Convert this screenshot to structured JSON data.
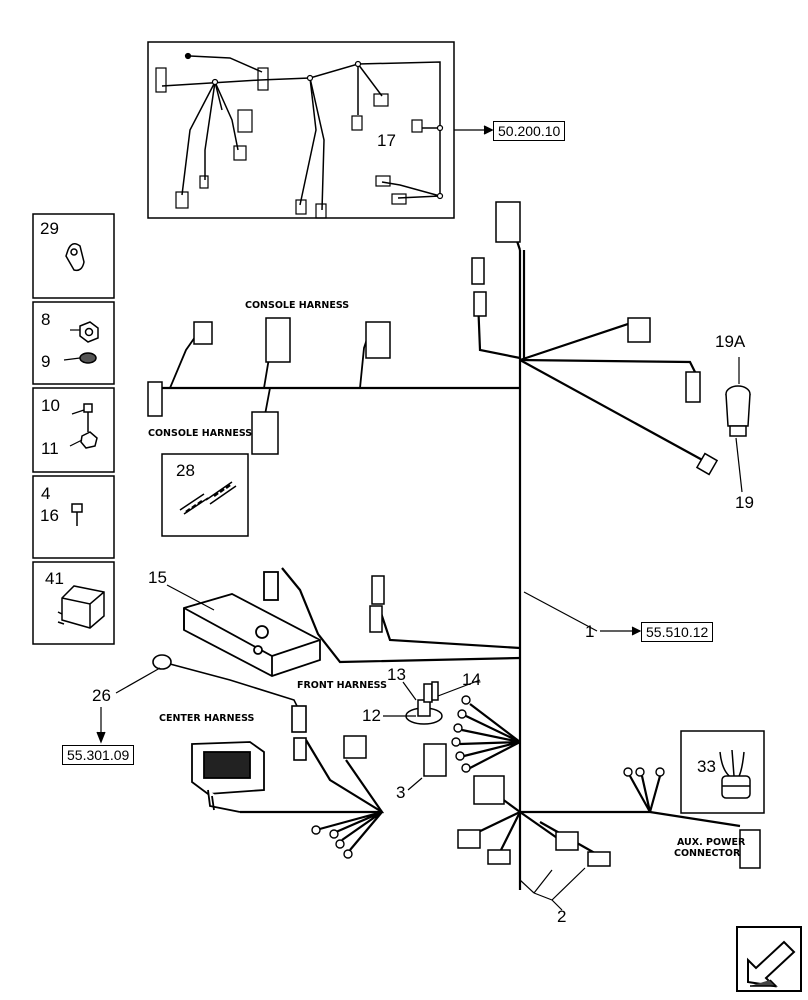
{
  "callouts": {
    "n1": "1",
    "n2": "2",
    "n3": "3",
    "n4": "4",
    "n8": "8",
    "n9": "9",
    "n10": "10",
    "n11": "11",
    "n12": "12",
    "n13": "13",
    "n14": "14",
    "n15": "15",
    "n16": "16",
    "n17": "17",
    "n19": "19",
    "n19a": "19A",
    "n26": "26",
    "n28": "28",
    "n29": "29",
    "n33": "33",
    "n41": "41"
  },
  "references": {
    "inset": "50.200.10",
    "main_harness": "55.510.12",
    "item26": "55.301.09"
  },
  "labels": {
    "console_harness_top": "CONSOLE HARNESS",
    "console_harness_bottom": "CONSOLE HARNESS",
    "front_harness": "FRONT HARNESS",
    "center_harness": "CENTER HARNESS",
    "aux_power_line1": "AUX. POWER",
    "aux_power_line2": "CONNECTOR"
  },
  "icons": {
    "navigation": "previous-page-arrow-icon"
  }
}
